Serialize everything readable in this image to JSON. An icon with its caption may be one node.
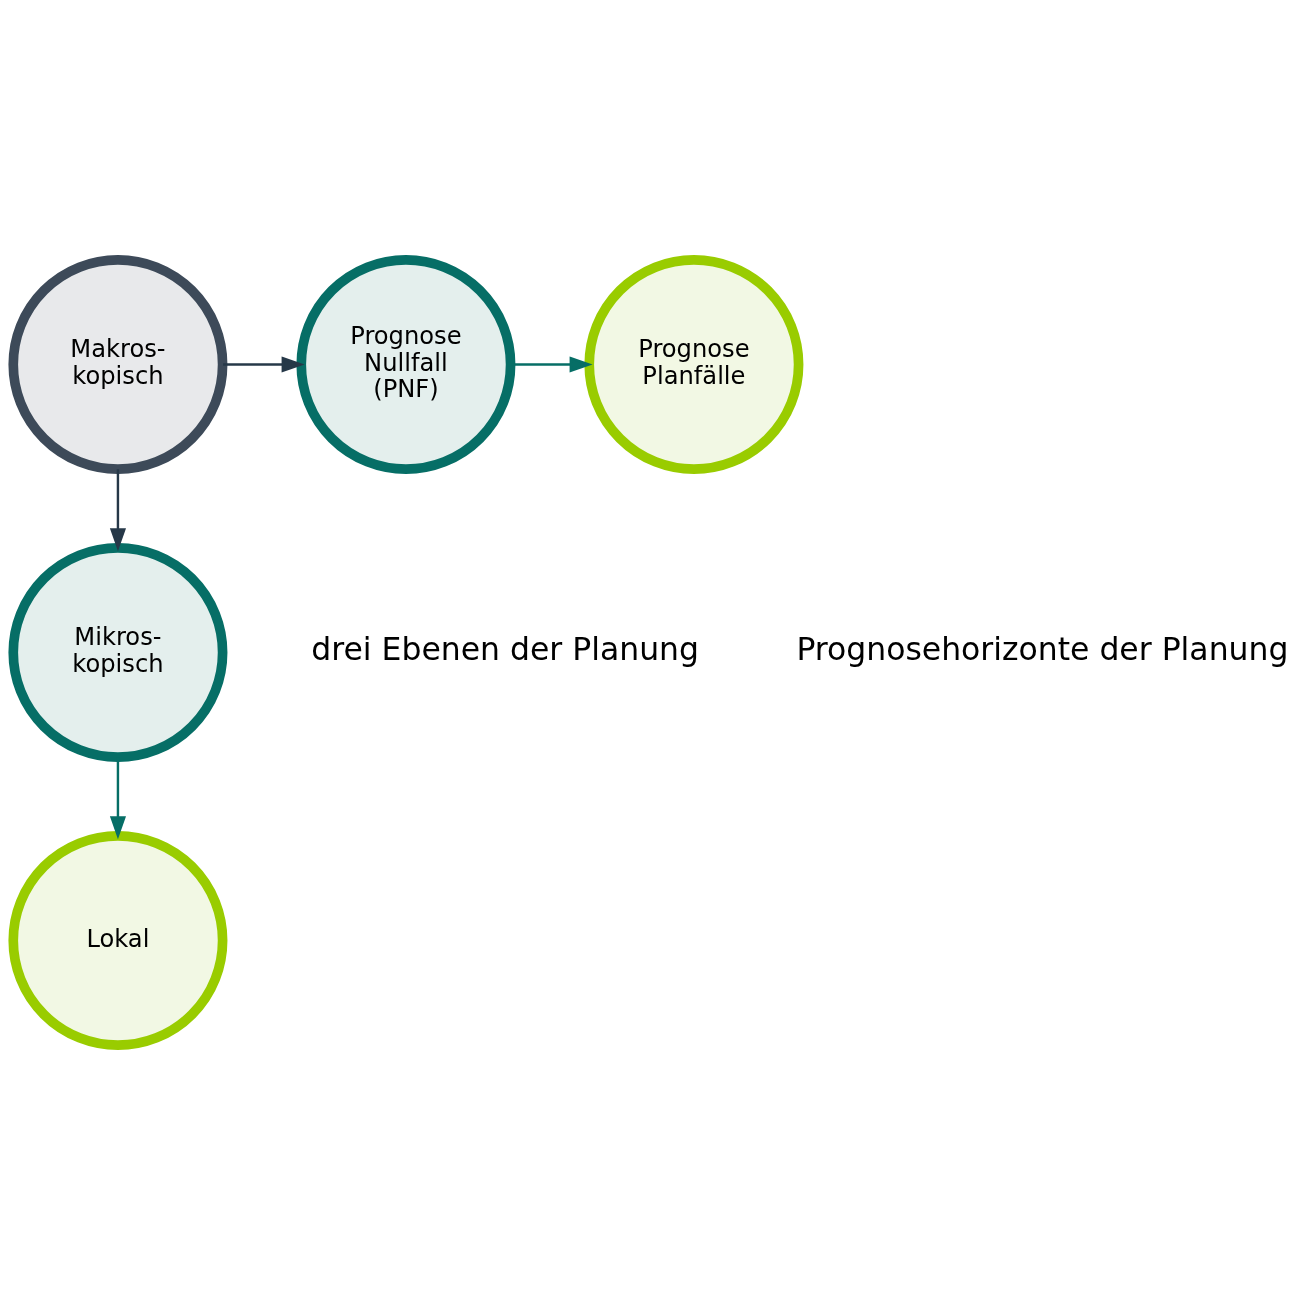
{
  "diagram": {
    "nodes": [
      {
        "text": [
          "Makros- kopisch"
        ]
      },
      {
        "text": [
          "Prognose Nullfall (PNF)"
        ]
      },
      {
        "text": [
          "Prognose Planfälle"
        ]
      },
      {
        "text": [
          "Mikros- kopisch"
        ]
      },
      {
        "text": [
          "Lokal"
        ]
      }
    ],
    "edges": [
      {
        "from": 0,
        "to": 1,
        "arrow": "to",
        "color": "#263848"
      },
      {
        "from": 1,
        "to": 2,
        "arrow": "to",
        "color": "#066e66"
      },
      {
        "from": 0,
        "to": 3,
        "arrow": "to",
        "color": "#263848"
      },
      {
        "from": 3,
        "to": 4,
        "arrow": "to",
        "color": "#066e66"
      }
    ],
    "labels": [
      "drei Ebenen der Planung",
      "Prognosehorizonte der Planung"
    ]
  }
}
